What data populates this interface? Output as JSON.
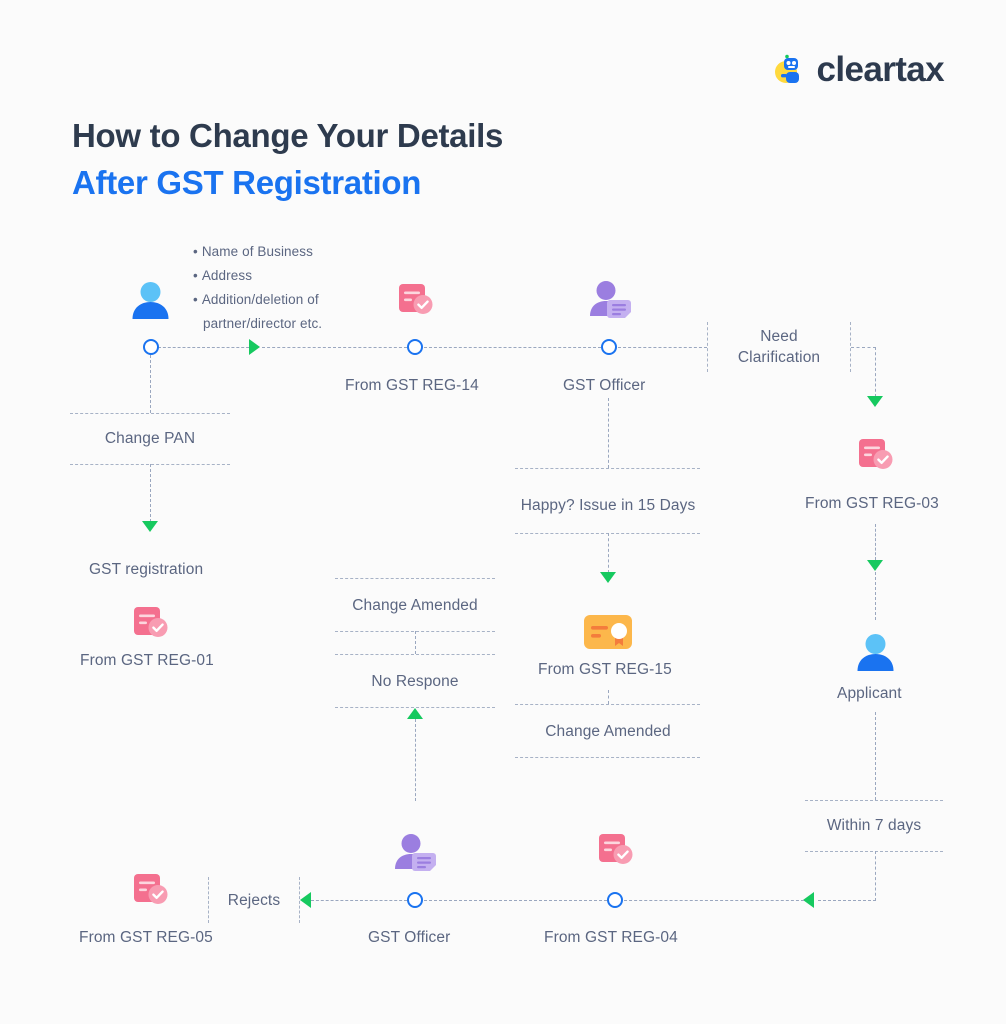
{
  "brand": {
    "name": "cleartax",
    "logo_icon": "cleartax-robot-icon",
    "text_color": "#2d3a4e",
    "accent_blue": "#1a73f0",
    "accent_yellow": "#ffd93d"
  },
  "title": {
    "line1": "How to Change Your Details",
    "line2": "After GST Registration",
    "line1_color": "#2e3b4e",
    "line2_color": "#1a73f0"
  },
  "colors": {
    "background": "#fbfbfb",
    "text": "#5b6681",
    "connector": "#9aa7bf",
    "arrow_green": "#16c95f",
    "node_ring": "#1a73f0",
    "doc_pink": "#f4708f",
    "doc_pink_light": "#f89cb2",
    "person_blue_head": "#5cc2f7",
    "person_blue_body": "#1a73f0",
    "officer_purple": "#9b7ee0",
    "officer_purple_light": "#c4b0f0",
    "certificate_orange": "#fcb74b",
    "certificate_orange_dark": "#f08b3c"
  },
  "bullets": {
    "items": [
      {
        "text": "Name of Business"
      },
      {
        "text": "Address"
      },
      {
        "text": "Addition/deletion of",
        "sub": "partner/director etc."
      }
    ]
  },
  "nodes": [
    {
      "id": "applicant-start",
      "label": "",
      "icon": "person-blue-icon"
    },
    {
      "id": "reg14",
      "label": "From GST REG-14",
      "icon": "document-check-pink-icon"
    },
    {
      "id": "gst-officer-top",
      "label": "GST Officer",
      "icon": "officer-purple-icon"
    },
    {
      "id": "reg03",
      "label": "From GST REG-03",
      "icon": "document-check-pink-icon"
    },
    {
      "id": "gst-registration",
      "label": "GST registration",
      "icon": null
    },
    {
      "id": "reg01",
      "label": "From GST REG-01",
      "icon": "document-check-pink-icon"
    },
    {
      "id": "reg15",
      "label": "From GST REG-15",
      "icon": "certificate-orange-icon"
    },
    {
      "id": "applicant",
      "label": "Applicant",
      "icon": "person-blue-icon"
    },
    {
      "id": "reg05",
      "label": "From GST REG-05",
      "icon": "document-check-pink-icon"
    },
    {
      "id": "gst-officer-bottom",
      "label": "GST Officer",
      "icon": "officer-purple-icon"
    },
    {
      "id": "reg04",
      "label": "From GST REG-04",
      "icon": "document-check-pink-icon"
    }
  ],
  "edges": [
    {
      "id": "need-clarification",
      "label": "Need\nClarification",
      "line1": "Need",
      "line2": "Clarification"
    },
    {
      "id": "change-pan",
      "label": "Change PAN"
    },
    {
      "id": "happy-issue",
      "label": "Happy? Issue in 15 Days"
    },
    {
      "id": "change-amended-mid",
      "label": "Change Amended"
    },
    {
      "id": "no-respone",
      "label": "No Respone"
    },
    {
      "id": "change-amended-center",
      "label": "Change Amended"
    },
    {
      "id": "within-7-days",
      "label": "Within 7 days"
    },
    {
      "id": "rejects",
      "label": "Rejects"
    }
  ],
  "labels": {
    "need_clarification_l1": "Need",
    "need_clarification_l2": "Clarification",
    "change_pan": "Change PAN",
    "happy_issue_15_days": "Happy? Issue in 15 Days",
    "change_amended_mid": "Change Amended",
    "no_respone": "No Respone",
    "change_amended_center": "Change Amended",
    "within_7_days": "Within 7 days",
    "rejects": "Rejects",
    "gst_officer_top": "GST Officer",
    "gst_officer_bottom": "GST Officer",
    "gst_registration": "GST registration",
    "applicant": "Applicant",
    "reg14": "From GST REG-14",
    "reg03": "From GST REG-03",
    "reg01": "From GST REG-01",
    "reg15": "From GST REG-15",
    "reg05": "From GST REG-05",
    "reg04": "From GST REG-04"
  }
}
